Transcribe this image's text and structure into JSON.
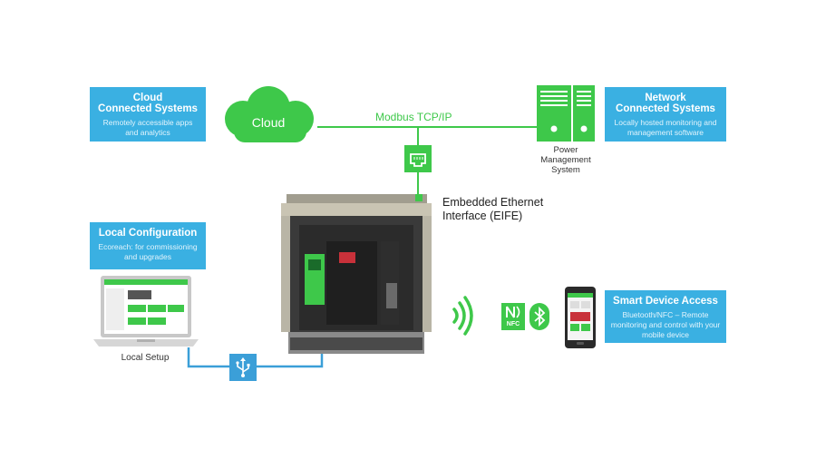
{
  "cards": {
    "cloud": {
      "title": "Cloud\nConnected Systems",
      "desc": "Remotely accessible apps\nand analytics"
    },
    "network": {
      "title": "Network\nConnected Systems",
      "desc": "Locally hosted monitoring and\nmanagement software"
    },
    "local": {
      "title": "Local Configuration",
      "desc": "Ecoreach: for commissioning\nand upgrades"
    },
    "smart": {
      "title": "Smart Device Access",
      "desc": "Bluetooth/NFC – Remote\nmonitoring and control with your\nmobile device"
    }
  },
  "labels": {
    "cloud": "Cloud",
    "modbus": "Modbus TCP/IP",
    "pms": "Power\nManagement\nSystem",
    "eife": "Embedded Ethernet\nInterface (EIFE)",
    "local_setup": "Local Setup",
    "nfc": "NFC"
  },
  "colors": {
    "green": "#3ec84a",
    "blue_card": "#3ab0e2",
    "blue_line": "#3b9fd8"
  },
  "icons": [
    "cloud-icon",
    "server-icon",
    "ethernet-port-icon",
    "circuit-breaker",
    "wifi-signal-icon",
    "nfc-icon",
    "bluetooth-icon",
    "smartphone-icon",
    "laptop-icon",
    "usb-icon"
  ]
}
